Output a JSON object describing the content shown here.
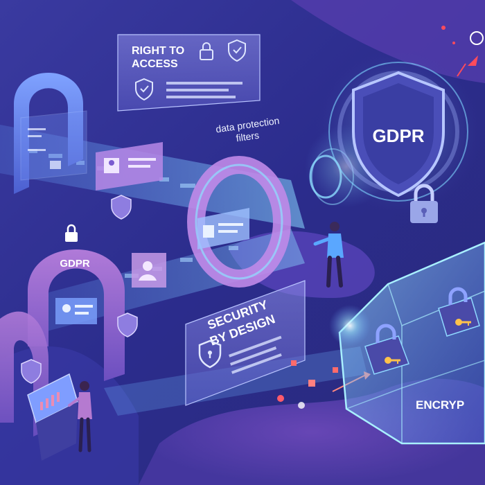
{
  "labels": {
    "right_to_access_line1": "RIGHT TO",
    "right_to_access_line2": "ACCESS",
    "filters_line1": "data protection",
    "filters_line2": "filters",
    "gdpr_shield": "GDPR",
    "gdpr_arch": "GDPR",
    "security_line1": "SECURITY",
    "security_line2": "BY DESIGN",
    "encryption": "ENCRYP"
  },
  "colors": {
    "background": "#2a2a86",
    "accent_cyan": "#7fe6ff",
    "accent_pink": "#d77bd6",
    "accent_red": "#ff4b5c"
  },
  "icons": [
    "lock-icon",
    "shield-check-icon",
    "key-icon",
    "user-card-icon",
    "document-icon"
  ]
}
